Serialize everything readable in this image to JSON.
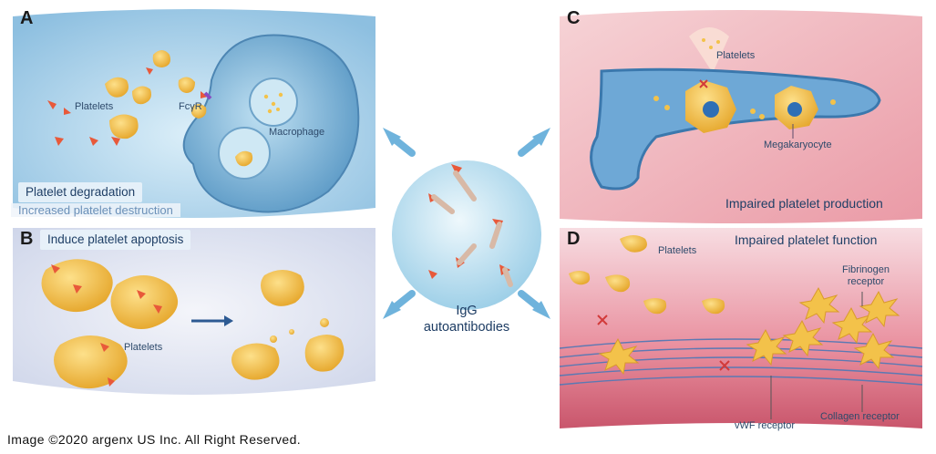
{
  "panels": {
    "a": {
      "letter": "A",
      "platelets": "Platelets",
      "receptor": "FcγR",
      "macrophage": "Macrophage",
      "title": "Platelet degradation",
      "subtitle": "Increased platelet destruction"
    },
    "b": {
      "letter": "B",
      "title": "Induce platelet apoptosis",
      "platelets": "Platelets"
    },
    "c": {
      "letter": "C",
      "platelets": "Platelets",
      "megakaryocyte": "Megakaryocyte",
      "title": "Impaired platelet production"
    },
    "d": {
      "letter": "D",
      "title": "Impaired platelet function",
      "platelets": "Platelets",
      "fibrinogen": "Fibrinogen\nreceptor",
      "vwf": "vWF receptor",
      "collagen": "Collagen receptor"
    }
  },
  "center": {
    "line1": "IgG",
    "line2": "autoantibodies"
  },
  "credit": "Image ©2020 argenx US Inc. All Right Reserved.",
  "colors": {
    "panel_a_bg": "#a9cfe6",
    "panel_b_bg": "#e4e8f3",
    "panel_c_bg": "#f2b5bd",
    "panel_d_bg": "#f2c6cf",
    "platelet": "#f3c24a",
    "antibody": "#e8593a",
    "arrow": "#6fb3dc"
  }
}
